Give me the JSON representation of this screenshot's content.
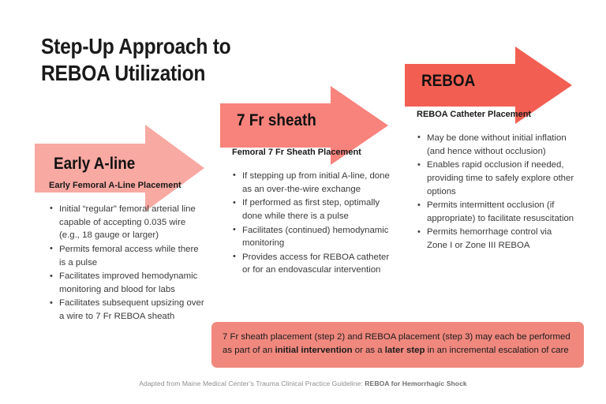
{
  "title": "Step-Up Approach to REBOA Utilization",
  "colors": {
    "arrow_step1": "#f8a9a2",
    "arrow_step2": "#f8837c",
    "arrow_step3": "#f25f52",
    "callout_bg": "#f0887e",
    "title_text": "#1a1a1a",
    "body_text": "#3a3a3a",
    "footer_text": "#8e8e8e"
  },
  "steps": [
    {
      "arrow_label": "Early A-line",
      "heading": "Early Femoral A-Line Placement",
      "bullets": [
        "Initial “regular” femoral arterial line capable of accepting 0.035 wire (e.g., 18 gauge or larger)",
        "Permits femoral access while there is a pulse",
        "Facilitates improved hemodynamic monitoring and blood for labs",
        "Facilitates subsequent upsizing over a wire to 7 Fr REBOA sheath"
      ]
    },
    {
      "arrow_label": "7 Fr sheath",
      "heading": "Femoral 7 Fr Sheath Placement",
      "bullets": [
        "If stepping up from initial A-line, done as an over-the-wire exchange",
        "If performed as first step, optimally done while there is a pulse",
        "Facilitates (continued) hemodynamic monitoring",
        "Provides access for REBOA catheter or for an endovascular intervention"
      ]
    },
    {
      "arrow_label": "REBOA",
      "heading": "REBOA Catheter Placement",
      "bullets": [
        "May be done without initial inflation (and hence without occlusion)",
        "Enables rapid occlusion if needed, providing time to safely explore other options",
        "Permits intermittent occlusion (if appropriate) to facilitate resuscitation",
        "Permits hemorrhage control via Zone I or Zone III REBOA"
      ]
    }
  ],
  "callout": {
    "part1": "7 Fr sheath placement (step 2) and REBOA placement (step 3) may each be performed as part of an ",
    "bold1": "initial intervention",
    "part2": " or as a ",
    "bold2": "later step",
    "part3": " in an incremental escalation of care"
  },
  "footer": {
    "text": "Adapted from Maine Medical Center’s Trauma Clinical Practice Guideline: ",
    "bold": "REBOA for Hemorrhagic Shock"
  }
}
